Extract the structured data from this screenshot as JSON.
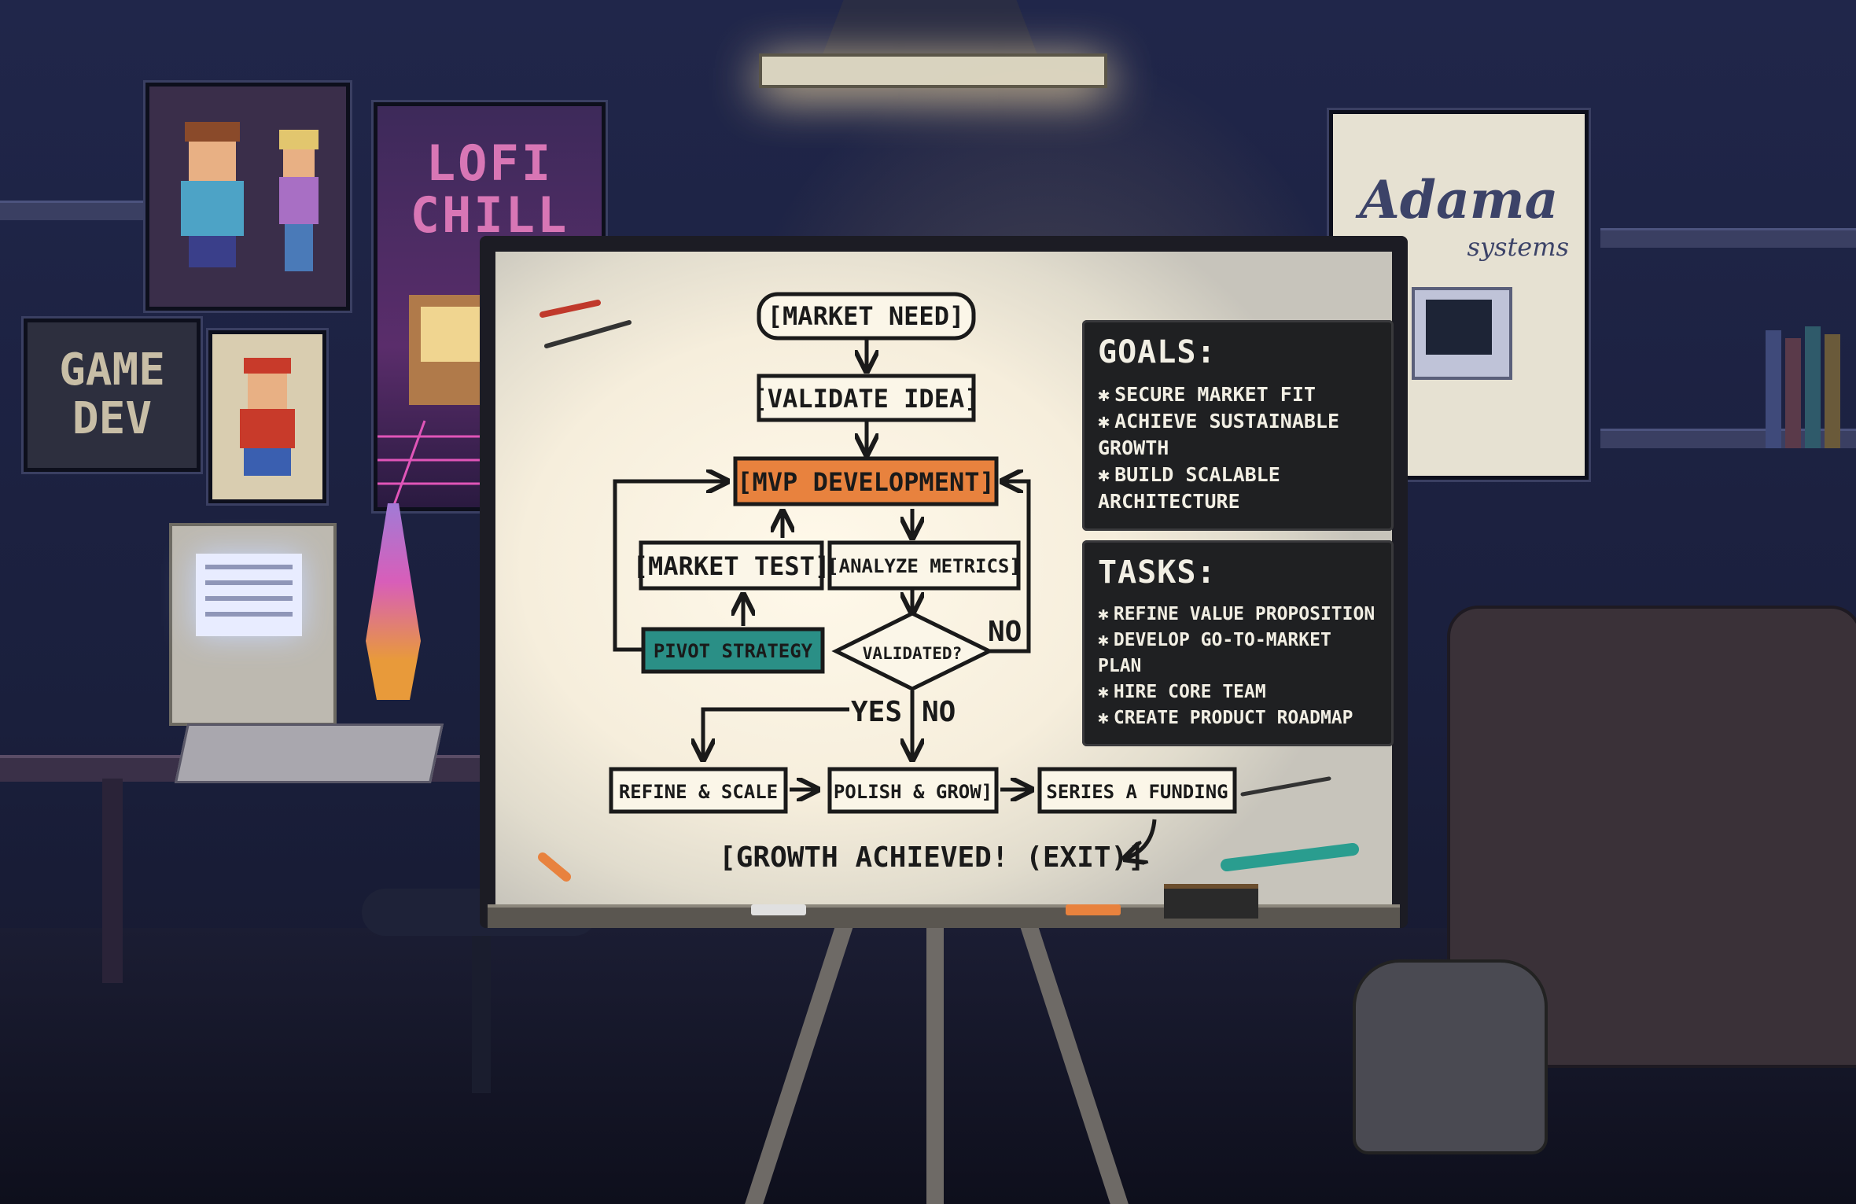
{
  "posters": {
    "lofi": "LOFI CHILL",
    "game_dev": "GAME DEV",
    "adama_title": "Adama",
    "adama_subtitle": "systems"
  },
  "flowchart": {
    "nodes": {
      "market_need": "[MARKET NEED]",
      "validate_idea": "[VALIDATE IDEA]",
      "mvp_development": "[MVP DEVELOPMENT]",
      "market_test": "[MARKET TEST]",
      "analyze_metrics": "[ANALYZE METRICS]",
      "pivot_strategy": "PIVOT STRATEGY",
      "validated": "VALIDATED?",
      "refine_scale": "REFINE & SCALE",
      "polish_grow": "POLISH & GROW]",
      "series_a": "SERIES A FUNDING",
      "growth": "[GROWTH ACHIEVED! (EXIT)]"
    },
    "edges": {
      "no_right": "NO",
      "yes": "YES",
      "no_down": "NO"
    },
    "colors": {
      "mvp_fill": "#e8823e",
      "pivot_fill": "#2a8f86",
      "ink": "#1a1a1a"
    }
  },
  "goals": {
    "title": "GOALS:",
    "items": [
      "SECURE MARKET FIT",
      "ACHIEVE SUSTAINABLE GROWTH",
      "BUILD SCALABLE ARCHITECTURE"
    ]
  },
  "tasks": {
    "title": "TASKS:",
    "items": [
      "REFINE VALUE PROPOSITION",
      "DEVELOP GO-TO-MARKET PLAN",
      "HIRE CORE TEAM",
      "CREATE PRODUCT ROADMAP"
    ]
  }
}
